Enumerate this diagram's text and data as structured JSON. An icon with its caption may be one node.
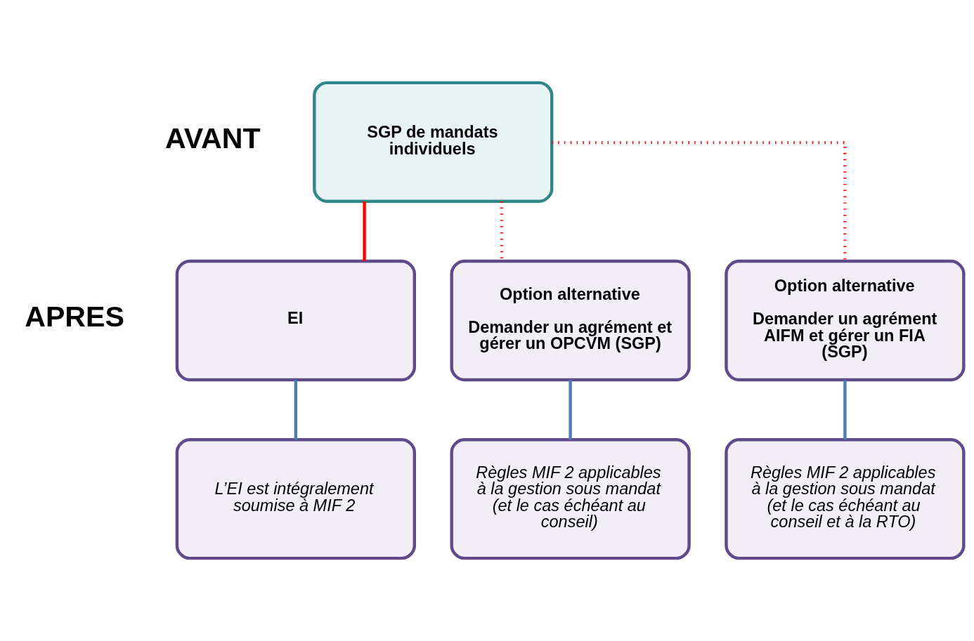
{
  "diagram": {
    "nodes": [
      {
        "text": [
          "SGP de mandats individuels"
        ]
      },
      {
        "text": [
          "EI"
        ]
      },
      {
        "text": [
          "Option alternative",
          "Demander un agrément et gérer un OPCVM (SGP)"
        ]
      },
      {
        "text": [
          "Option alternative",
          "Demander un agrément AIFM et gérer un FIA (SGP)"
        ]
      },
      {
        "text": [
          "L’EI est intégralement soumise à MIF 2"
        ]
      },
      {
        "text": [
          "Règles MIF 2 applicables à la gestion sous mandat (et le cas échéant au conseil)"
        ]
      },
      {
        "text": [
          "Règles MIF 2 applicables à la gestion sous mandat (et le cas échéant au conseil et à la RTO)"
        ]
      }
    ],
    "edges": [
      {
        "from": 0,
        "to": 1,
        "arrow": "none",
        "color": "#ff0000"
      },
      {
        "from": 0,
        "to": 2,
        "arrow": "none",
        "color": "#ff0000",
        "style": "dashed"
      },
      {
        "from": 0,
        "to": 3,
        "arrow": "none",
        "color": "#ff0000",
        "style": "dashed"
      },
      {
        "from": 1,
        "to": 4,
        "arrow": "none",
        "color": "#4f7db8"
      },
      {
        "from": 2,
        "to": 5,
        "arrow": "none",
        "color": "#4f7db8"
      },
      {
        "from": 3,
        "to": 6,
        "arrow": "none",
        "color": "#4f7db8"
      }
    ],
    "labels": [
      "AVANT",
      "APRES"
    ]
  }
}
